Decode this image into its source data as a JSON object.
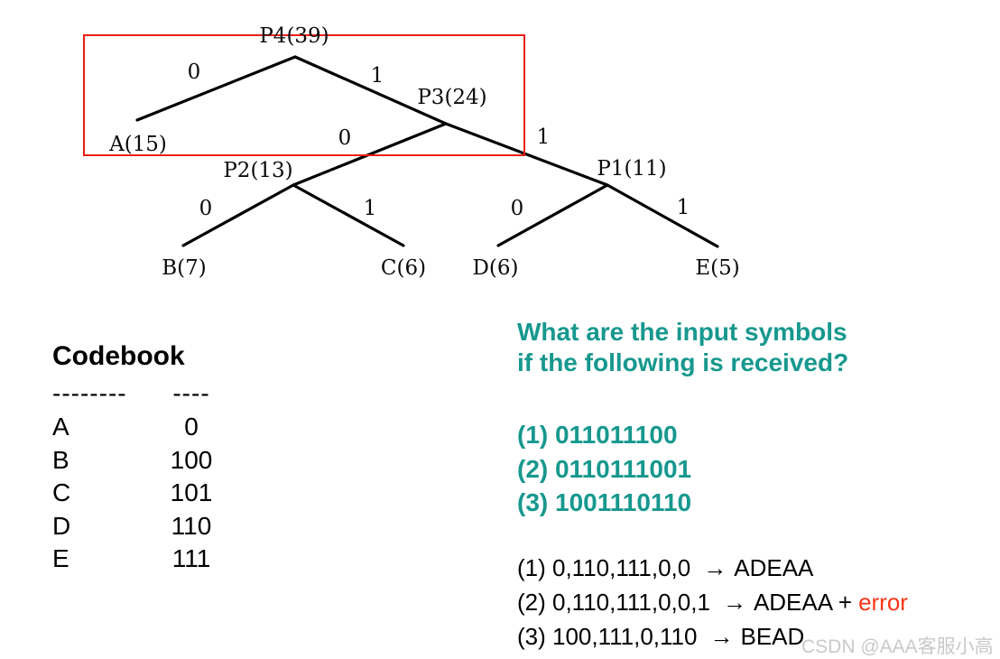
{
  "diagram": {
    "nodes": [
      {
        "label": "P4(39)"
      },
      {
        "label": "P3(24)"
      },
      {
        "label": "P2(13)"
      },
      {
        "label": "P1(11)"
      },
      {
        "label": "A(15)"
      },
      {
        "label": "B(7)"
      },
      {
        "label": "C(6)"
      },
      {
        "label": "D(6)"
      },
      {
        "label": "E(5)"
      }
    ],
    "edge_bits": [
      "0",
      "1",
      "0",
      "1",
      "0",
      "1",
      "0",
      "1"
    ]
  },
  "codebook": {
    "title": "Codebook",
    "symbol_divider": "--------",
    "code_divider": "----",
    "entries": [
      {
        "symbol": "A",
        "code": "0"
      },
      {
        "symbol": "B",
        "code": "100"
      },
      {
        "symbol": "C",
        "code": "101"
      },
      {
        "symbol": "D",
        "code": "110"
      },
      {
        "symbol": "E",
        "code": "111"
      }
    ]
  },
  "question": {
    "line1": "What are the input symbols",
    "line2": "if the following is received?",
    "received": [
      "(1) 011011100",
      "(2) 0110111001",
      "(3) 1001110110"
    ]
  },
  "answers": [
    {
      "code": "(1) 0,110,111,0,0",
      "arrow": "→",
      "result": "ADEAA",
      "error": ""
    },
    {
      "code": "(2) 0,110,111,0,0,1",
      "arrow": "→",
      "result": "ADEAA +",
      "error": "error"
    },
    {
      "code": "(3) 100,111,0,110",
      "arrow": "→",
      "result": "BEAD",
      "error": ""
    }
  ],
  "watermark": "CSDN @AAA客服小高",
  "colors": {
    "teal": "#17988E",
    "error_red": "#FA3617",
    "highlight_red": "#EC1F16",
    "watermark_gray": "#C9C9C9",
    "tree_line": "#000000"
  }
}
